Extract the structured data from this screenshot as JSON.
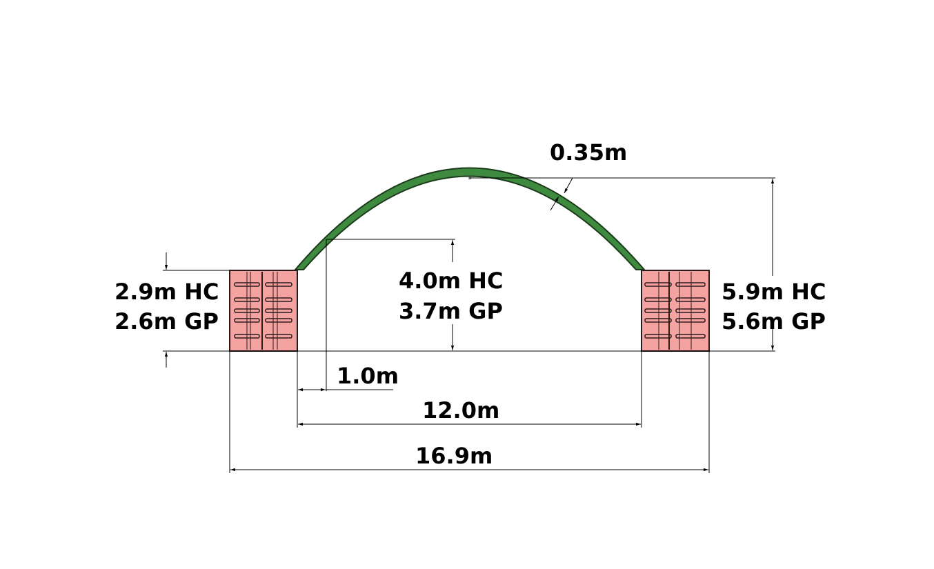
{
  "colors": {
    "arch_fill": "#3e8a3e",
    "arch_stroke": "#1c3a1c",
    "container_fill": "#f4a3a0",
    "container_stroke": "#2a1a1a",
    "line": "#000000",
    "background": "#ffffff"
  },
  "labels": {
    "thickness": "0.35m",
    "left_height_hc": "2.9m HC",
    "left_height_gp": "2.6m GP",
    "inner_height_hc": "4.0m HC",
    "inner_height_gp": "3.7m GP",
    "total_height_hc": "5.9m HC",
    "total_height_gp": "5.6m GP",
    "offset": "1.0m",
    "span": "12.0m",
    "overall_width": "16.9m"
  }
}
